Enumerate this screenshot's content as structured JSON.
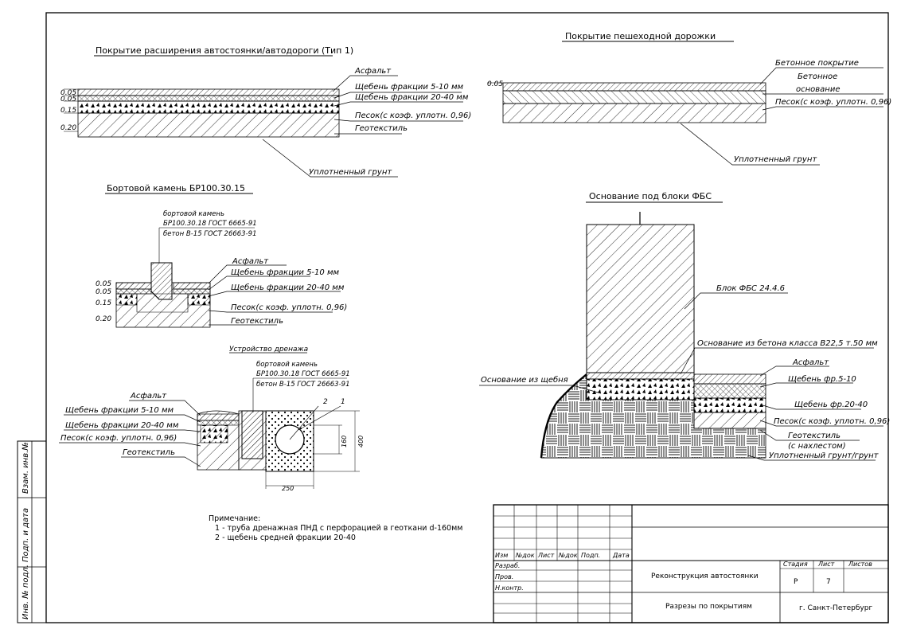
{
  "road": {
    "title": "Покрытие расширения автостоянки/автодороги (Тип 1)",
    "dims": [
      "0.05",
      "0.05",
      "0.15",
      "0.20"
    ],
    "layers": [
      "Асфальт",
      "Щебень фракции 5-10 мм",
      "Щебень фракции 20-40 мм",
      "Песок(с коэф. уплотн. 0,96)",
      "Геотекстиль"
    ],
    "ground": "Уплотненный грунт"
  },
  "walk": {
    "title": "Покрытие пешеходной дорожки",
    "dim": "0.05",
    "layers": [
      "Бетонное покрытие",
      "Бетонное",
      "основание",
      "Песок(с коэф. уплотн. 0,96)"
    ],
    "ground": "Уплотненный грунт"
  },
  "curb": {
    "title": "Бортовой камень БР100.30.15",
    "note": [
      "бортовой камень",
      "БР100.30.18 ГОСТ 6665-91",
      "бетон В-15 ГОСТ 26663-91"
    ],
    "dims": [
      "0.05",
      "0.05",
      "0.15",
      "0.20"
    ],
    "layers": [
      "Асфальт",
      "Щебень фракции 5-10 мм",
      "Щебень фракции 20-40 мм",
      "Песок(с коэф. уплотн. 0,96)",
      "Геотекстиль"
    ]
  },
  "drain": {
    "title": "Устройство дренажа",
    "note": [
      "бортовой камень",
      "БР100.30.18 ГОСТ 6665-91",
      "бетон В-15 ГОСТ 26663-91"
    ],
    "layers": [
      "Асфальт",
      "Щебень фракции 5-10 мм",
      "Щебень фракции 20-40 мм",
      "Песок(с коэф. уплотн. 0,96)",
      "Геотекстиль"
    ],
    "marks": [
      "2",
      "1"
    ],
    "dims": [
      "160",
      "400",
      "250"
    ]
  },
  "fbs": {
    "title": "Основание под блоки ФБС",
    "block": "Блок ФБС 24.4.6",
    "base": "Основание из бетона класса В22,5 т.50 мм",
    "gravel": "Основание из щебня",
    "layers": [
      "Асфальт",
      "Щебень фр.5-10",
      "Щебень фр.20-40",
      "Песок(с коэф. уплотн. 0,96)",
      "Геотекстиль",
      "(с нахлестом)",
      "Уплотненный грунт/грунт"
    ]
  },
  "notes": {
    "title": "Примечание:",
    "items": [
      "1 - труба дренажная ПНД с перфорацией в геоткани d-160мм",
      "2 - щебень средней фракции 20-40"
    ]
  },
  "stamp": {
    "cols": [
      "Изм",
      "№док",
      "Лист",
      "№док",
      "Подп.",
      "Дата"
    ],
    "rows": [
      "Разраб.",
      "Пров.",
      "Н.контр."
    ],
    "project": "Реконструкция автостоянки",
    "sheet": "Разрезы по покрытиям",
    "stage_h": "Стадия",
    "list_h": "Лист",
    "lists_h": "Листов",
    "stage": "Р",
    "list": "7",
    "city": "г. Санкт-Петербург"
  },
  "side": [
    "Взам. инв.№",
    "Подп. и дата",
    "Инв. № подл."
  ]
}
